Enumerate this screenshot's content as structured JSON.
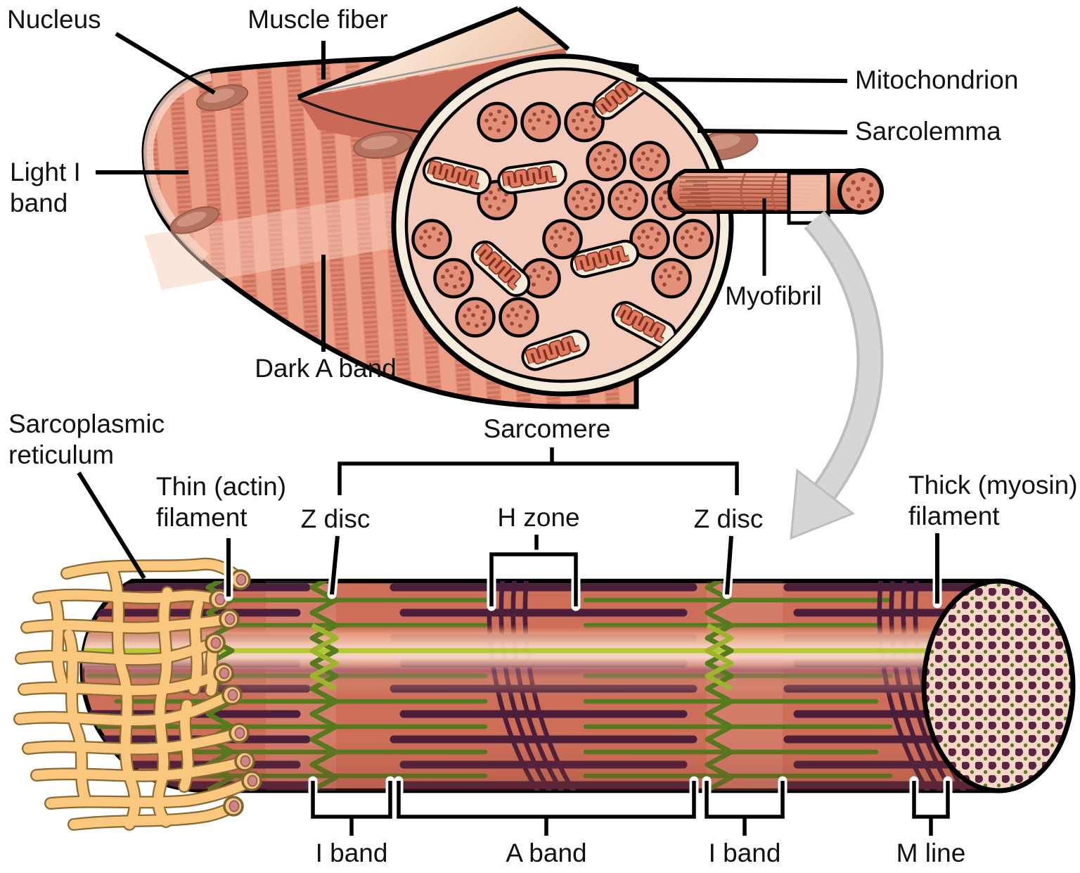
{
  "upper": {
    "labels": {
      "nucleus": "Nucleus",
      "muscle_fiber": "Muscle fiber",
      "mitochondrion": "Mitochondrion",
      "sarcolemma": "Sarcolemma",
      "light_i_band_line1": "Light I",
      "light_i_band_line2": "band",
      "dark_a_band": "Dark A band",
      "myofibril": "Myofibril"
    }
  },
  "lower": {
    "labels": {
      "sarcoplasmic_reticulum_line1": "Sarcoplasmic",
      "sarcoplasmic_reticulum_line2": "reticulum",
      "thin_filament_line1": "Thin (actin)",
      "thin_filament_line2": "filament",
      "z_disc_left": "Z disc",
      "sarcomere": "Sarcomere",
      "h_zone": "H zone",
      "z_disc_right": "Z disc",
      "thick_filament_line1": "Thick (myosin)",
      "thick_filament_line2": "filament",
      "i_band_left": "I band",
      "a_band": "A band",
      "i_band_right": "I band",
      "m_line": "M line"
    }
  },
  "colors": {
    "muscle_light": "#ec9e86",
    "muscle_dark": "#e08a74",
    "muscle_dash": "#cf7360",
    "cross_bg": "#f3c9ba",
    "sarcolemma_cream": "#f6eedd",
    "myofibril_fill": "#e29079",
    "myofibril_dot": "#9c4736",
    "nucleus_fill": "#b5735f",
    "nucleus_hi": "#cf9480",
    "mito_bg": "#f6ecd9",
    "cristae": "#e07b60",
    "cristae_dark": "#7e2f22",
    "wedge": "#c96a58",
    "cyl_base": "#cd6e59",
    "thick_filament": "#4b1f3c",
    "thin_filament": "#567a1e",
    "thin_bright": "#b5c935",
    "sr_tube": "#f9c87e",
    "sr_casing": "#8a6a30",
    "sr_lumen": "#cf8787",
    "arrow_gray": "#d6d6d6",
    "arrow_edge": "#bdbdbd",
    "cap_bg": "#f6d7c6"
  }
}
